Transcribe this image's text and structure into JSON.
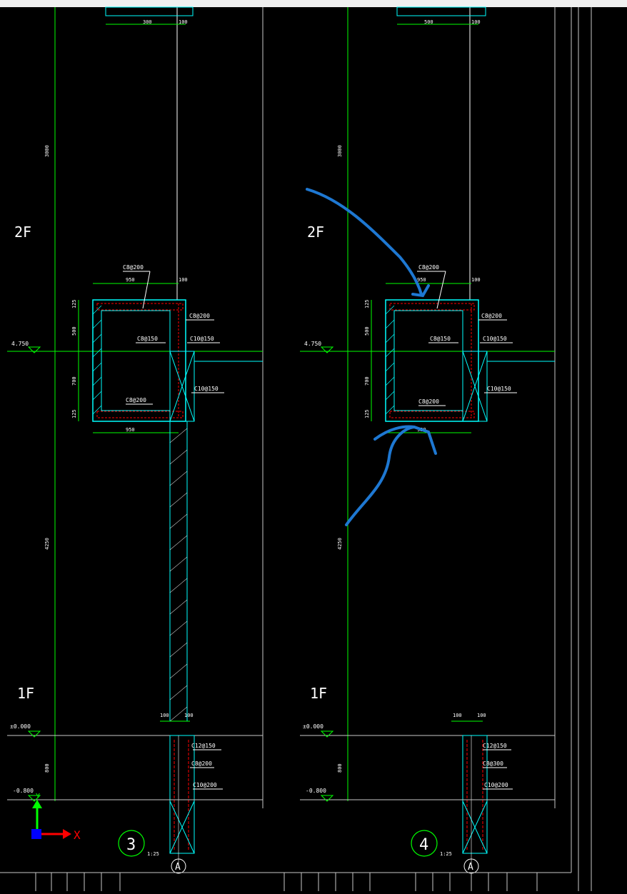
{
  "drawing": {
    "details": [
      {
        "id": "detail-3",
        "number": "3",
        "scale": "1:25",
        "grid": "A",
        "levels": {
          "upper": "2F",
          "lower": "1F"
        },
        "elevations": {
          "beam": "4.750",
          "ground": "±0.000",
          "below": "-0.800"
        },
        "dims": {
          "top_width": "300",
          "top_side": "100",
          "upper_height": "3000",
          "lower_height": "4250",
          "bottom_height": "800",
          "beam_top": "950",
          "beam_bottom": "950",
          "beam_side": "100",
          "beam_h1": "125",
          "beam_h2": "500",
          "beam_h3": "700",
          "beam_h4": "125",
          "wall_left": "100",
          "wall_right": "100"
        },
        "rebar": {
          "top": "C8@200",
          "side_top": "C8@200",
          "inner": "C8@150",
          "right_1": "C10@150",
          "right_2": "C10@150",
          "bottom": "C8@200",
          "wall_1": "C12@150",
          "wall_2": "C8@200",
          "wall_3": "C10@200"
        }
      },
      {
        "id": "detail-4",
        "number": "4",
        "scale": "1:25",
        "grid": "A",
        "levels": {
          "upper": "2F",
          "lower": "1F"
        },
        "elevations": {
          "beam": "4.750",
          "ground": "±0.000",
          "below": "-0.800"
        },
        "dims": {
          "top_width": "500",
          "top_side": "100",
          "upper_height": "3000",
          "lower_height": "4250",
          "bottom_height": "800",
          "beam_top": "950",
          "beam_bottom": "950",
          "beam_side": "100",
          "beam_h1": "125",
          "beam_h2": "500",
          "beam_h3": "700",
          "beam_h4": "125",
          "wall_left": "100",
          "wall_right": "100"
        },
        "rebar": {
          "top": "C8@200",
          "side_top": "C8@200",
          "inner": "C8@150",
          "right_1": "C10@150",
          "right_2": "C10@150",
          "bottom": "C8@200",
          "wall_1": "C12@150",
          "wall_2": "C8@300",
          "wall_3": "C10@200"
        }
      }
    ],
    "ucs": {
      "x_label": "X",
      "y_label": "Y"
    },
    "colors": {
      "background": "#000000",
      "grid_line": "#00ff00",
      "structure": "#00ffff",
      "rebar": "#ff0000",
      "text": "#ffffff",
      "dims": "#00ff00",
      "annotation": "#1e78d2",
      "border": "#c8c8c8"
    }
  }
}
